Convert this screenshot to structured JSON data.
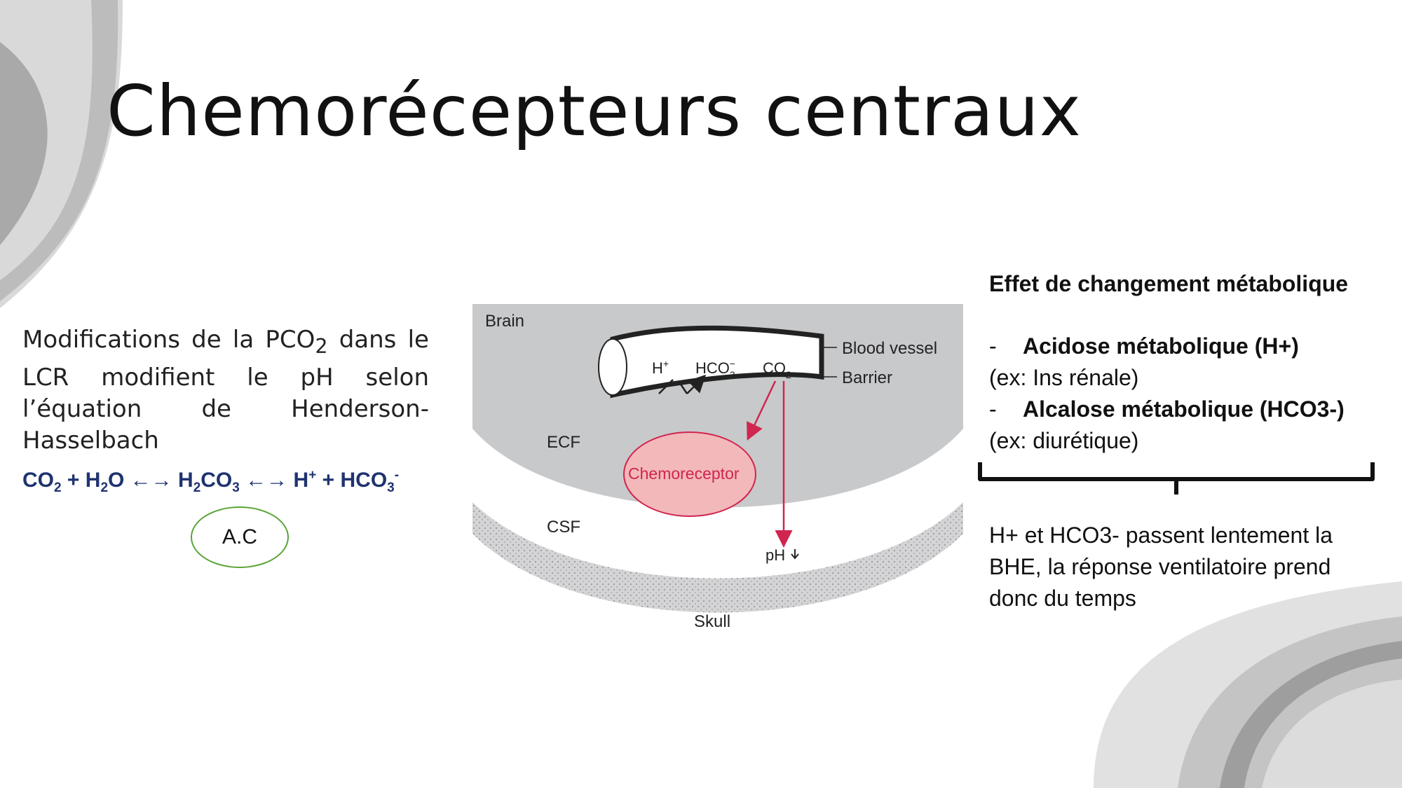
{
  "slide": {
    "title": "Chemorécepteurs centraux",
    "left_text": {
      "line1_before": "Modifications de la PCO",
      "line1_sub": "2",
      "line1_after": " dans le LCR modifient le pH selon l’équation de Henderson-Hasselbach"
    },
    "equation": {
      "co": "CO",
      "sub2": "2",
      "plus_h": " + H",
      "h2o_sub": "2",
      "o_arrow": "O ←→ H",
      "h2co3_sub1": "2",
      "co_part": "CO",
      "h2co3_sub2": "3",
      "arrow2": " ←→ H",
      "plus_sup": "+",
      "plus_hco": " + HCO",
      "hco_sub": "3",
      "minus_sup": "-"
    },
    "enzyme_label": "A.C"
  },
  "diagram": {
    "brain": "Brain",
    "ecf": "ECF",
    "csf": "CSF",
    "skull": "Skull",
    "blood_vessel": "Blood vessel",
    "barrier": "Barrier",
    "chemoreceptor": "Chemoreceptor",
    "h_plus": "H",
    "h_plus_sup": "+",
    "hco3": "HCO",
    "hco3_sub": "3",
    "hco3_sup": "−",
    "co2": "CO",
    "co2_sub": "2",
    "ph": "pH",
    "colors": {
      "brain_gray": "#c8c9cb",
      "skull_gray": "#d4d4d6",
      "chemoreceptor_fill": "#f2b8ba",
      "chemoreceptor_stroke": "#d0254f",
      "arrow_red": "#d0254f"
    }
  },
  "right": {
    "heading": "Effet de changement métabolique",
    "bullet1_dash": "-",
    "bullet1": "Acidose métabolique (H+)",
    "example1": "(ex: Ins rénale)",
    "bullet2_dash": "-",
    "bullet2": "Alcalose métabolique (HCO3-)",
    "example2": "(ex: diurétique)",
    "conclusion": "H+ et HCO3- passent lentement la BHE, la réponse ventilatoire prend donc du temps"
  },
  "colors": {
    "equation_blue": "#1f3370",
    "ellipse_green": "#5aa336",
    "decor_gray": "#b5b5b5"
  }
}
